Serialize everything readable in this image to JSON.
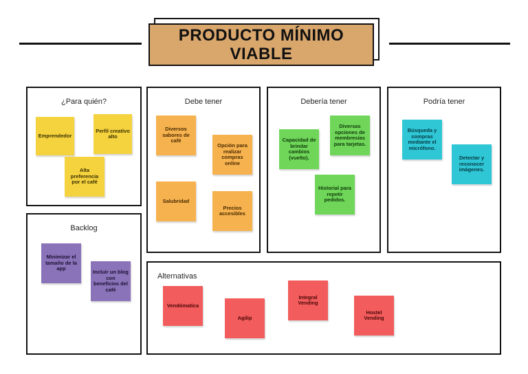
{
  "title": {
    "line1": "PRODUCTO MÍNIMO",
    "line2": "VIABLE"
  },
  "panels": {
    "para_quien": {
      "title": "¿Para quién?",
      "notes": [
        "Emprendedor",
        "Perfil creativo alto",
        "Alta preferencia por el café"
      ]
    },
    "debe_tener": {
      "title": "Debe tener",
      "notes": [
        "Diversos sabores de café",
        "Opción para realizar compras online",
        "Salubridad",
        "Precios accesibles"
      ]
    },
    "deberia_tener": {
      "title": "Debería tener",
      "notes": [
        "Capacidad de brindar cambios (vuelto).",
        "Diversas opciones de membresías para tarjetas.",
        "Historial para repetir pedidos."
      ]
    },
    "podria_tener": {
      "title": "Podría tener",
      "notes": [
        "Búsqueda y compras mediante el micrófono.",
        "Detectar y reconocer imágenes."
      ]
    },
    "backlog": {
      "title": "Backlog",
      "notes": [
        "Minimizar el tamaño de la app",
        "Incluir un blog con beneficios del café"
      ]
    },
    "alternativas": {
      "title": "Alternativas",
      "notes": [
        "Vendómatica",
        "Agilip",
        "Integral Vending",
        "Hostel Vending"
      ]
    }
  },
  "colors": {
    "title_fill": "#d9a66c",
    "yellow": "#f5d33f",
    "orange": "#f6b24e",
    "green": "#6fd65a",
    "cyan": "#2fc6d6",
    "purple": "#8a73b8",
    "red": "#f25c5c"
  }
}
